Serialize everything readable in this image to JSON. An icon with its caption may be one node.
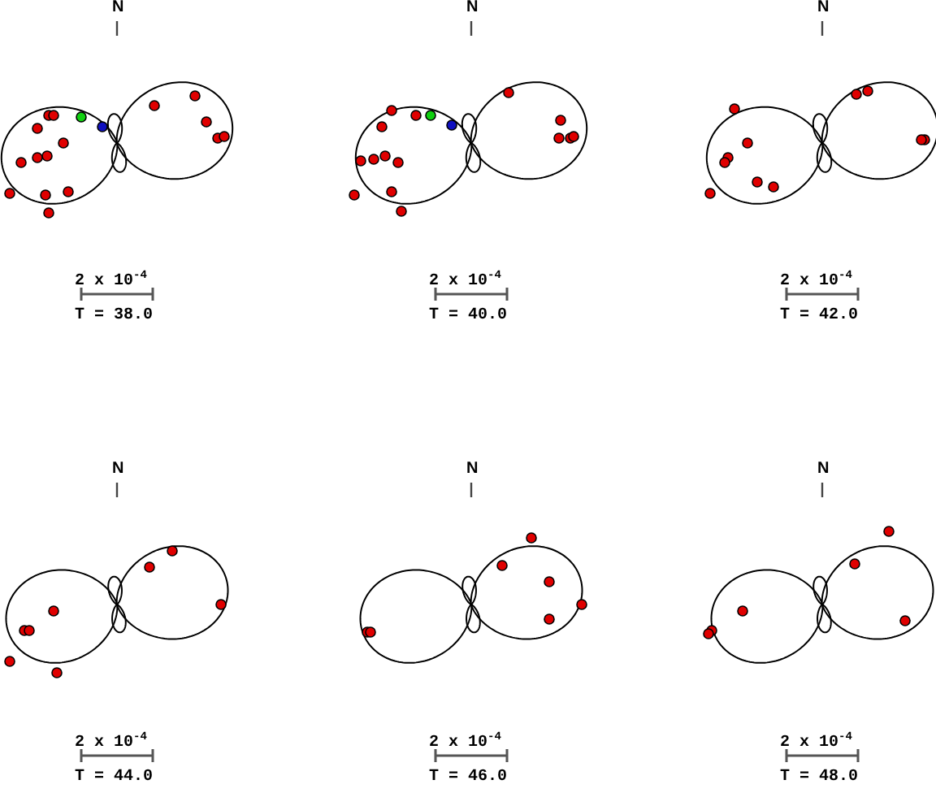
{
  "diagram": {
    "labels": [
      "N",
      "2 x 10$^{-4}$",
      "T = 38.0",
      "N",
      "2 x 10$^{-4}$",
      "T = 40.0",
      "N",
      "2 x 10$^{-4}$",
      "T = 42.0",
      "N",
      "2 x 10$^{-4}$",
      "T = 44.0",
      "N",
      "2 x 10$^{-4}$",
      "T = 46.0",
      "N",
      "2 x 10$^{-4}$",
      "T = 48.0"
    ]
  }
}
